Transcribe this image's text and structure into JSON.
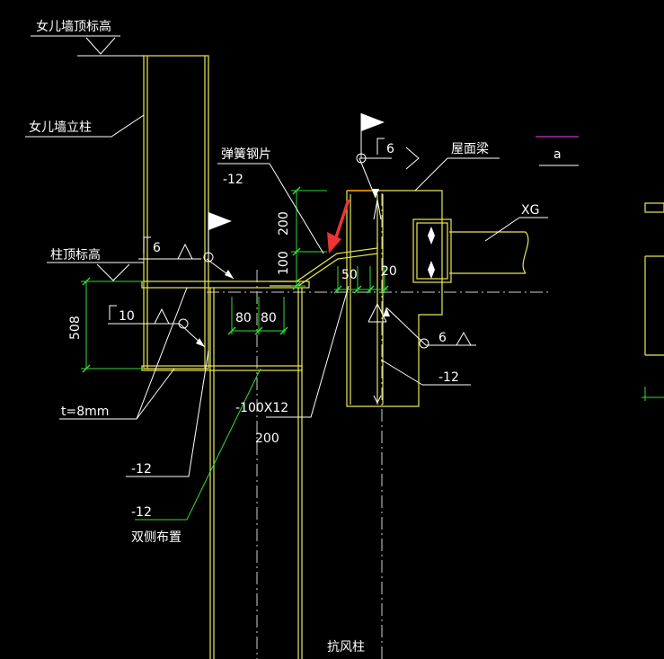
{
  "labels": {
    "parapet_top_elev": "女儿墙顶标高",
    "parapet_column": "女儿墙立柱",
    "column_top_elev": "柱顶标高",
    "spring_plate": "弹簧钢片",
    "spring_plate_thk": "-12",
    "roof_beam": "屋面梁",
    "xg": "XG",
    "wind_column": "抗风柱",
    "both_sides": "双侧布置",
    "t8": "t=8mm",
    "plate_12_a": "-12",
    "plate_12_b": "-12",
    "plate_12_c": "-12",
    "flat_bar": "-100X12",
    "flat_bar_width": "200",
    "section_a": "a"
  },
  "weld_symbols": {
    "w6_left": "6",
    "w10": "10",
    "w6_top": "6",
    "w6_right": "6"
  },
  "dimensions": {
    "d200_v": "200",
    "d100_v": "100",
    "d508": "508",
    "d80_a": "80",
    "d80_b": "80",
    "d50": "50",
    "d20": "20"
  },
  "colors": {
    "background": "#000000",
    "steel": "#e8e858",
    "dimension": "#33dd33",
    "leader": "#ffffff",
    "centerline": "#cfcfcf",
    "arrow": "#ee3333",
    "accent": "#cc33cc",
    "highlight": "#ff9900"
  }
}
